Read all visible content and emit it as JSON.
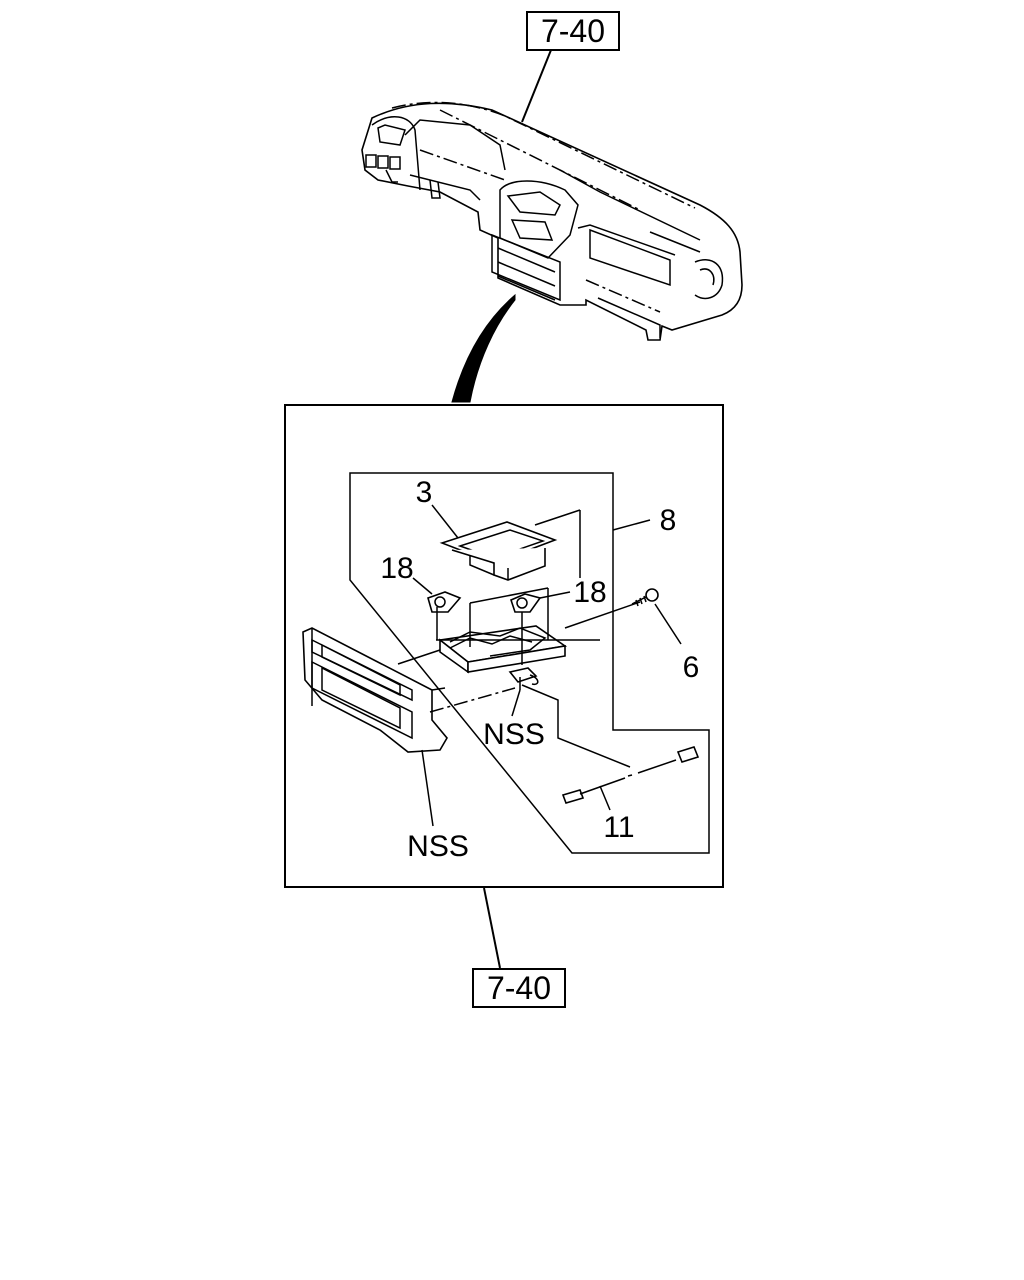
{
  "references": {
    "top": "7-40",
    "bottom": "7-40"
  },
  "callouts": {
    "part_3": "3",
    "part_8": "8",
    "part_18_left": "18",
    "part_18_right": "18",
    "part_6": "6",
    "part_11": "11",
    "nss_center": "NSS",
    "nss_bottom": "NSS"
  }
}
